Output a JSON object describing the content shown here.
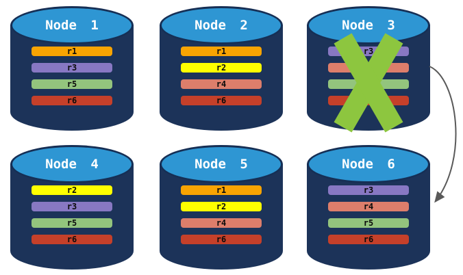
{
  "diagram": {
    "description": "Replica failover diagram: Node 3 fails and its replicas are served by Node 6",
    "colors": {
      "cylinder_body": "#1C3359",
      "cylinder_top": "#2E96D3",
      "cylinder_outline": "#162F55",
      "failure_x": "#8DC63F",
      "arrow": "#595959",
      "replica_r1_orange": "#F9A402",
      "replica_r2_yellow": "#FFFF00",
      "replica_r3_purple": "#8878C3",
      "replica_r4_salmon": "#DD7E6B",
      "replica_r5_green": "#93C47D",
      "replica_r6_red": "#C5402A"
    },
    "arrow": {
      "from": "Node 3",
      "to": "Node 6"
    },
    "nodes": [
      {
        "id": "node-1",
        "label": "Node 1",
        "failed": false,
        "replicas": [
          {
            "label": "r1",
            "color": "#F9A402"
          },
          {
            "label": "r3",
            "color": "#8878C3"
          },
          {
            "label": "r5",
            "color": "#93C47D"
          },
          {
            "label": "r6",
            "color": "#C5402A"
          }
        ]
      },
      {
        "id": "node-2",
        "label": "Node 2",
        "failed": false,
        "replicas": [
          {
            "label": "r1",
            "color": "#F9A402"
          },
          {
            "label": "r2",
            "color": "#FFFF00"
          },
          {
            "label": "r4",
            "color": "#DD7E6B"
          },
          {
            "label": "r6",
            "color": "#C5402A"
          }
        ]
      },
      {
        "id": "node-3",
        "label": "Node 3",
        "failed": true,
        "replicas": [
          {
            "label": "r3",
            "color": "#8878C3"
          },
          {
            "label": "",
            "color": "#DD7E6B"
          },
          {
            "label": "",
            "color": "#93C47D"
          },
          {
            "label": "",
            "color": "#C5402A"
          }
        ]
      },
      {
        "id": "node-4",
        "label": "Node 4",
        "failed": false,
        "replicas": [
          {
            "label": "r2",
            "color": "#FFFF00"
          },
          {
            "label": "r3",
            "color": "#8878C3"
          },
          {
            "label": "r5",
            "color": "#93C47D"
          },
          {
            "label": "r6",
            "color": "#C5402A"
          }
        ]
      },
      {
        "id": "node-5",
        "label": "Node 5",
        "failed": false,
        "replicas": [
          {
            "label": "r1",
            "color": "#F9A402"
          },
          {
            "label": "r2",
            "color": "#FFFF00"
          },
          {
            "label": "r4",
            "color": "#DD7E6B"
          },
          {
            "label": "r6",
            "color": "#C5402A"
          }
        ]
      },
      {
        "id": "node-6",
        "label": "Node 6",
        "failed": false,
        "replicas": [
          {
            "label": "r3",
            "color": "#8878C3"
          },
          {
            "label": "r4",
            "color": "#DD7E6B"
          },
          {
            "label": "r5",
            "color": "#93C47D"
          },
          {
            "label": "r6",
            "color": "#C5402A"
          }
        ]
      }
    ]
  }
}
